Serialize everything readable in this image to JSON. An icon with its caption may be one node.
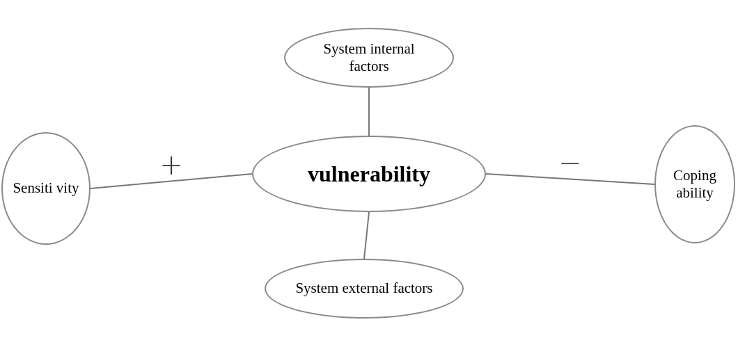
{
  "diagram": {
    "nodes": [
      {
        "text": [
          "System internal factors"
        ]
      },
      {
        "text": [
          "Sensiti vity"
        ]
      },
      {
        "text": [
          "vulnerability"
        ]
      },
      {
        "text": [
          "Coping ability"
        ]
      },
      {
        "text": [
          "System external factors"
        ]
      }
    ],
    "edges": [
      {
        "from": 0,
        "to": 2,
        "arrow": "none"
      },
      {
        "from": 1,
        "to": 2,
        "arrow": "none",
        "label": "+"
      },
      {
        "from": 2,
        "to": 3,
        "arrow": "none",
        "label": "−"
      },
      {
        "from": 2,
        "to": 4,
        "arrow": "none"
      }
    ]
  }
}
